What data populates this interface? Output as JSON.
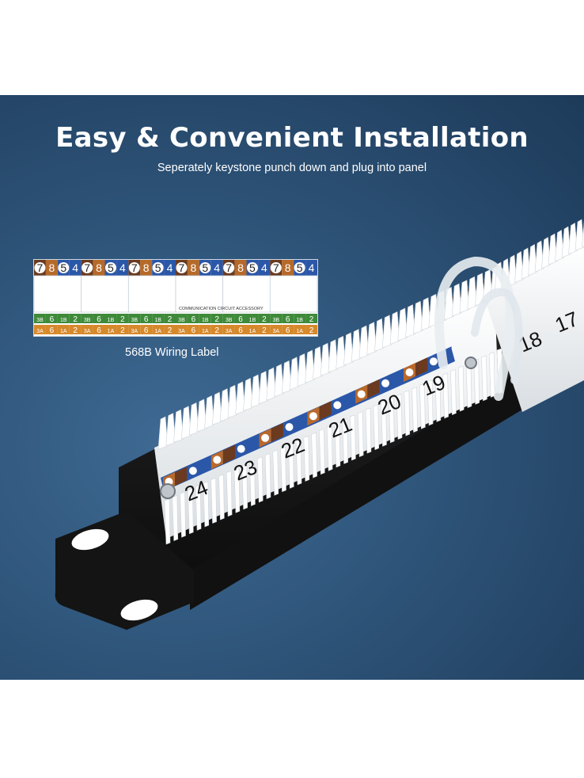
{
  "hero": {
    "title": "Easy & Convenient Installation",
    "subtitle": "Seperately keystone punch down and plug into panel",
    "label_caption": "568B Wiring Label"
  },
  "wiring_label": {
    "top_digits": [
      "7",
      "8",
      "5",
      "4"
    ],
    "top_colors": [
      "#6b3a1f",
      "#b56a2a",
      "#2b57a8",
      "#2b57a8"
    ],
    "blocks": 6,
    "accessory_text": "COMMUNICATION CIRCUIT ACCESSORY",
    "row_b": [
      "3B",
      "6",
      "1B",
      "2"
    ],
    "row_a": [
      "3A",
      "6",
      "1A",
      "2"
    ],
    "row_b_colors": [
      "#3f8a3a",
      "#3f8a3a",
      "#3f8a3a",
      "#3f8a3a"
    ],
    "row_a_colors": [
      "#d6892b",
      "#d6892b",
      "#d6892b",
      "#d6892b"
    ]
  },
  "panel": {
    "port_numbers": [
      "24",
      "23",
      "22",
      "21",
      "20",
      "19",
      "18",
      "17"
    ],
    "body_color": "#1c1c1c",
    "idc_color": "#f2f4f4",
    "stripe_colors": [
      "#b9692b",
      "#6b3a1f",
      "#2b57a8",
      "#2b57a8"
    ]
  }
}
